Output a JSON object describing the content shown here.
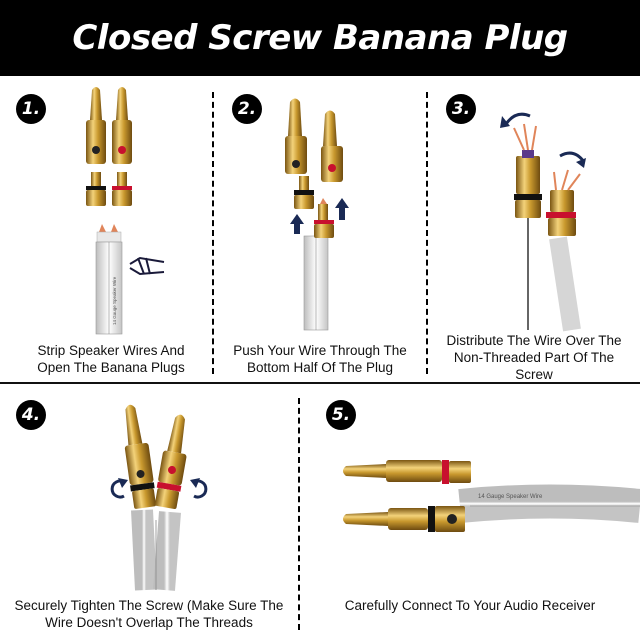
{
  "title": "Closed Screw Banana Plug Installation",
  "colors": {
    "gold": "#c9992e",
    "gold_dark": "#8a6418",
    "red_ring": "#c8102e",
    "header_bg": "#000000",
    "wire_copper": "#e0855a"
  },
  "wire_print": "14 Gauge Speaker Wire",
  "steps": [
    {
      "number": "1.",
      "caption": "Strip Speaker Wires And Open The Banana Plugs"
    },
    {
      "number": "2.",
      "caption": "Push Your Wire Through The Bottom Half Of The Plug"
    },
    {
      "number": "3.",
      "caption": "Distribute The Wire Over The Non-Threaded Part Of The Screw"
    },
    {
      "number": "4.",
      "caption": "Securely Tighten The Screw (Make Sure The Wire Doesn't Overlap The Threads"
    },
    {
      "number": "5.",
      "caption": "Carefully Connect To Your Audio Receiver"
    }
  ]
}
